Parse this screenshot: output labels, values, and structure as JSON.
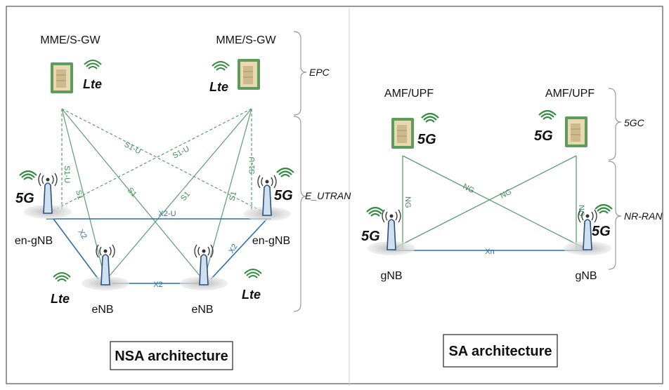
{
  "nsa": {
    "core_left_label": "MME/S-GW",
    "core_right_label": "MME/S-GW",
    "engnb_left_label": "en-gNB",
    "engnb_right_label": "en-gNB",
    "enb_left_label": "eNB",
    "enb_right_label": "eNB",
    "epc_label": "EPC",
    "eutran_label": "E_UTRAN",
    "caption": "NSA architecture",
    "links": {
      "s1u_vertical": "S1-U",
      "s1u_cross": "S1-U",
      "s1_vertical": "S1",
      "s1_diag": "S1",
      "x2u": "X2-U",
      "x2": "X2"
    }
  },
  "sa": {
    "core_left_label": "AMF/UPF",
    "core_right_label": "AMF/UPF",
    "gnb_left_label": "gNB",
    "gnb_right_label": "gNB",
    "fivegc_label": "5GC",
    "nrran_label": "NR-RAN",
    "caption": "SA architecture",
    "links": {
      "ng": "NG",
      "xn": "Xn"
    }
  },
  "badges": {
    "lte": "Lte",
    "fiveg": "5G"
  },
  "colors": {
    "green_link": "#5a9e6f",
    "blue_link": "#2d6ea8",
    "server_beige": "#e8d9b4",
    "server_green": "#5d9c59"
  }
}
